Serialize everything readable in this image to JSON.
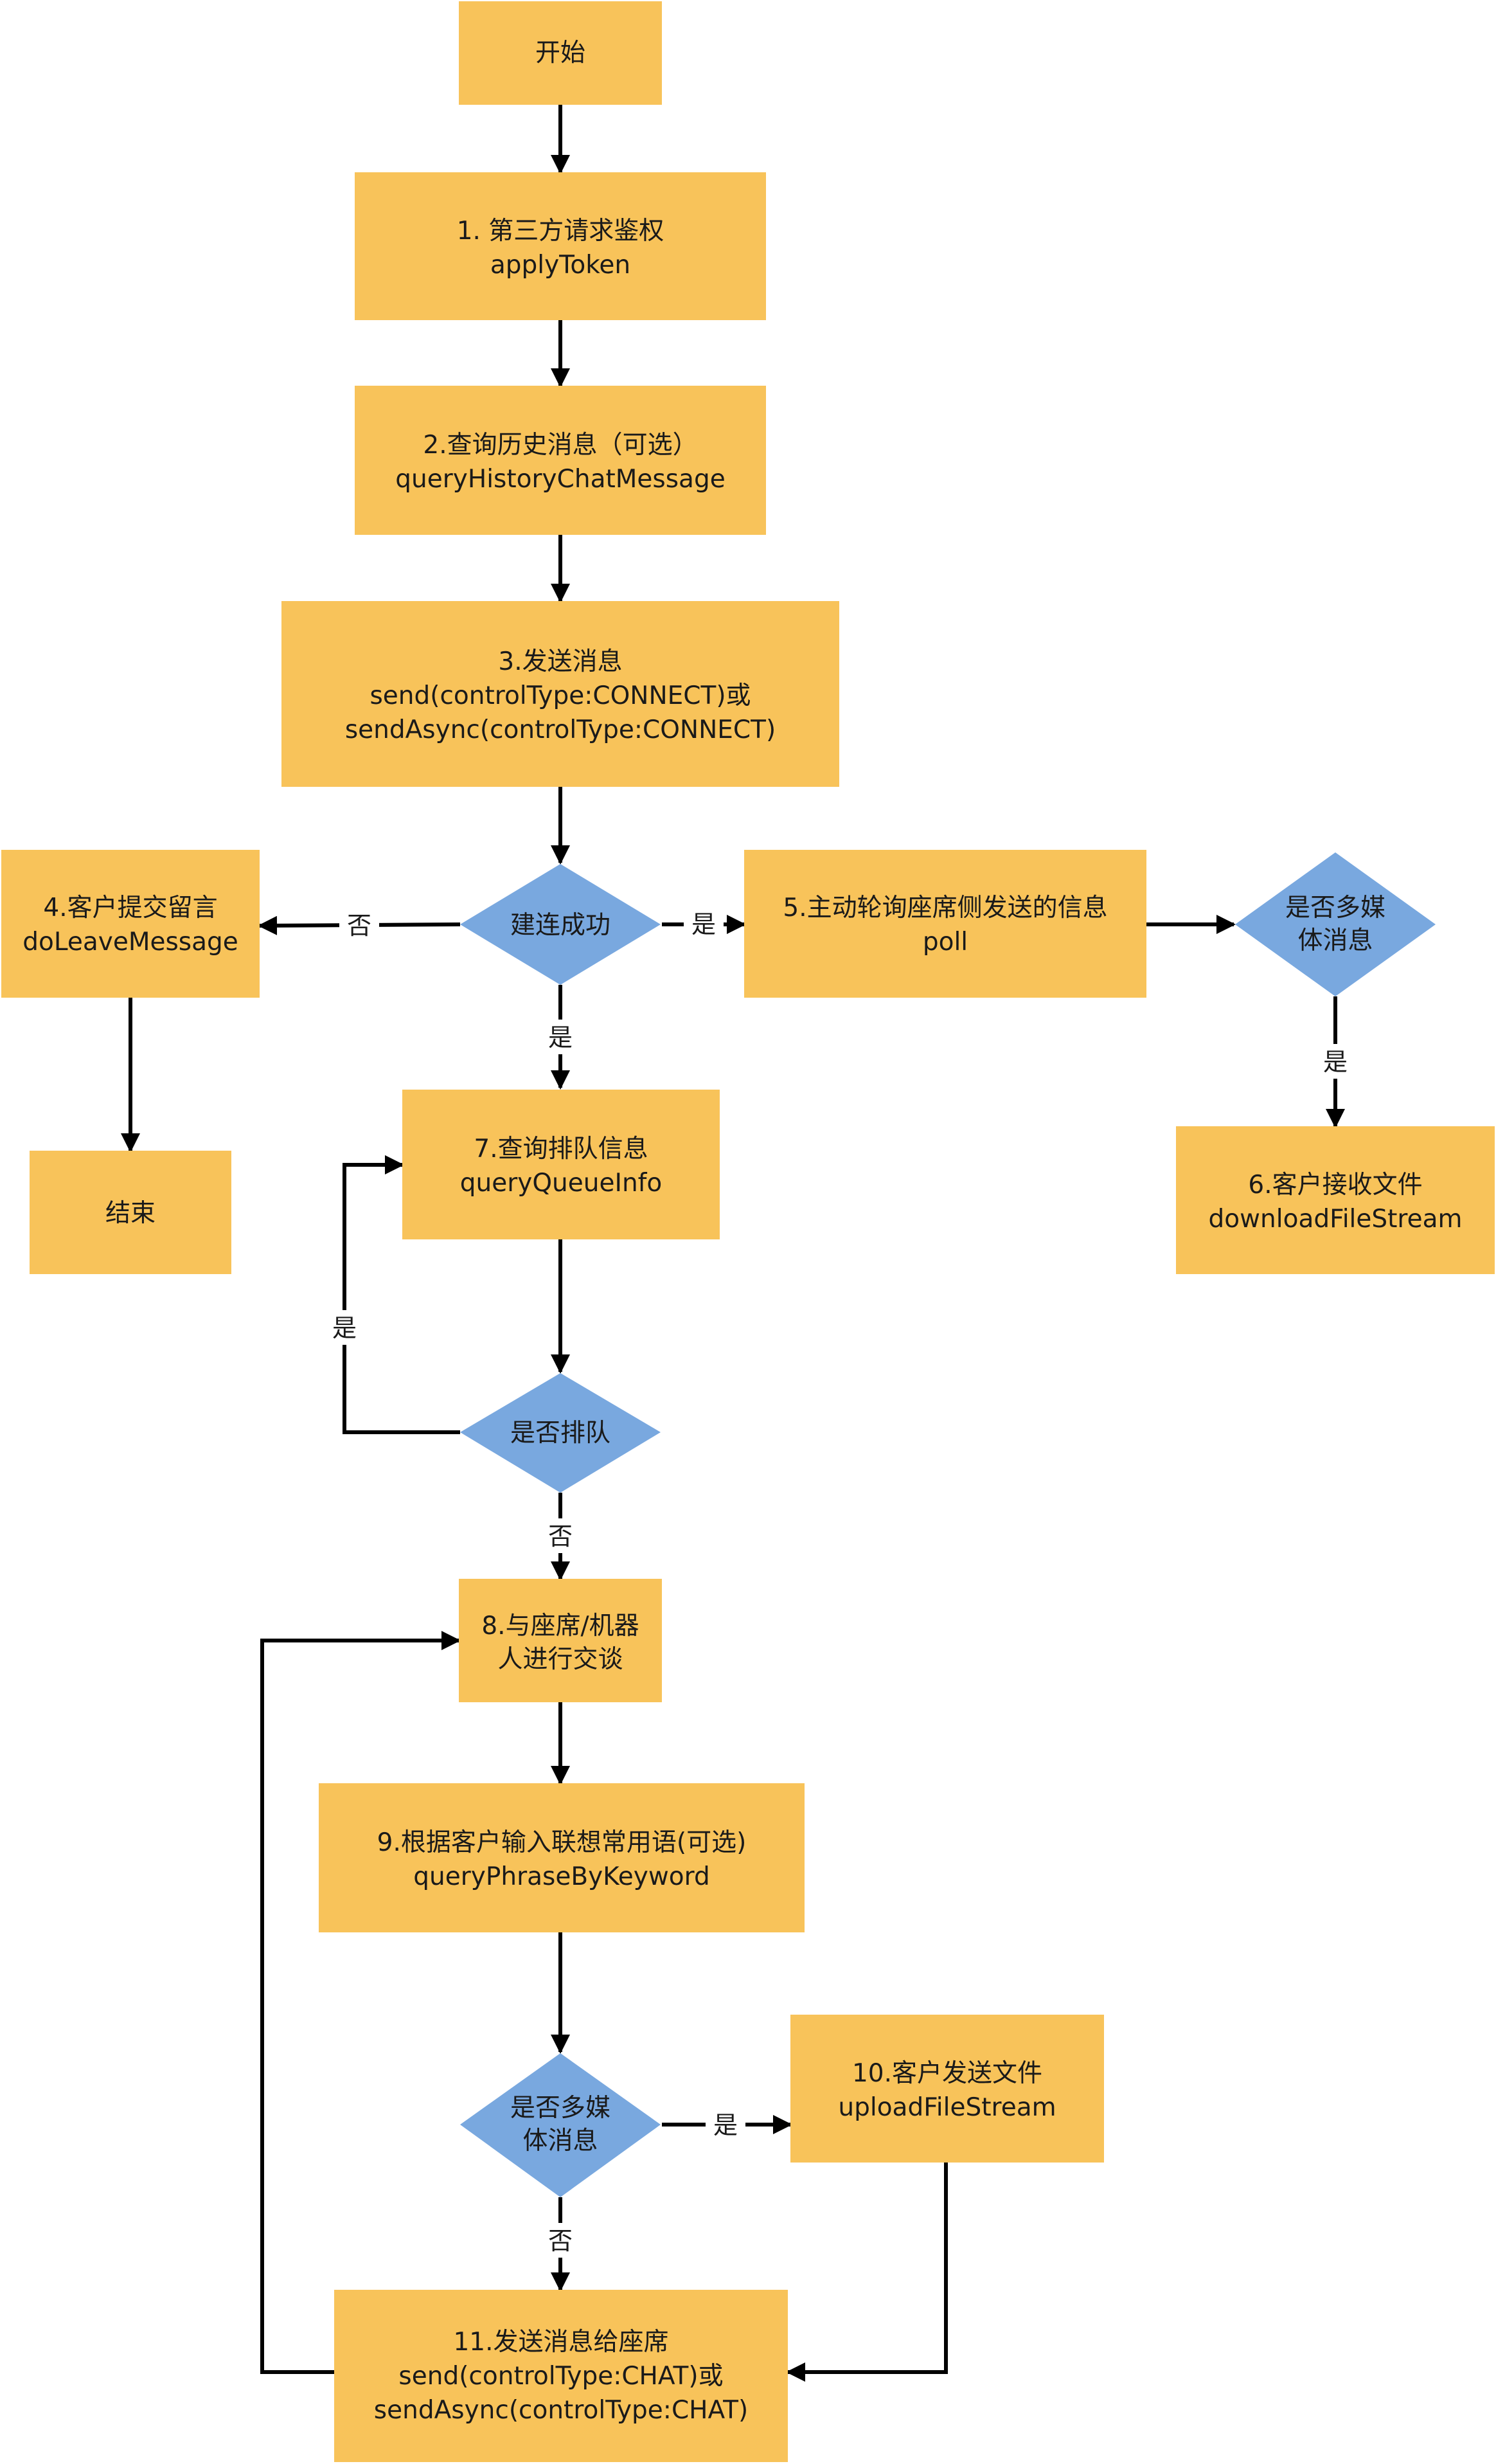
{
  "nodes": {
    "start": [
      "开始"
    ],
    "step1": [
      "1. 第三方请求鉴权",
      "applyToken"
    ],
    "step2": [
      "2.查询历史消息（可选）",
      "queryHistoryChatMessage"
    ],
    "step3": [
      "3.发送消息",
      "send(controlType:CONNECT)或",
      "sendAsync(controlType:CONNECT)"
    ],
    "dec_connect": [
      "建连成功"
    ],
    "step4": [
      "4.客户提交留言",
      "doLeaveMessage"
    ],
    "end": [
      "结束"
    ],
    "step5": [
      "5.主动轮询座席侧发送的信息",
      "poll"
    ],
    "dec_media1": [
      "是否多媒",
      "体消息"
    ],
    "step6": [
      "6.客户接收文件",
      "downloadFileStream"
    ],
    "step7": [
      "7.查询排队信息",
      "queryQueueInfo"
    ],
    "dec_queue": [
      "是否排队"
    ],
    "step8": [
      "8.与座席/机器",
      "人进行交谈"
    ],
    "step9": [
      "9.根据客户输入联想常用语(可选)",
      "queryPhraseByKeyword"
    ],
    "dec_media2": [
      "是否多媒",
      "体消息"
    ],
    "step10": [
      "10.客户发送文件",
      "uploadFileStream"
    ],
    "step11": [
      "11.发送消息给座席",
      "send(controlType:CHAT)或",
      "sendAsync(controlType:CHAT)"
    ]
  },
  "edge_labels": {
    "connect_no": "否",
    "connect_yes_right": "是",
    "connect_yes_down": "是",
    "media1_yes": "是",
    "queue_yes": "是",
    "queue_no": "否",
    "media2_yes": "是",
    "media2_no": "否"
  },
  "colors": {
    "process": "#F8C35A",
    "decision": "#79A8DF",
    "line": "#000000"
  }
}
